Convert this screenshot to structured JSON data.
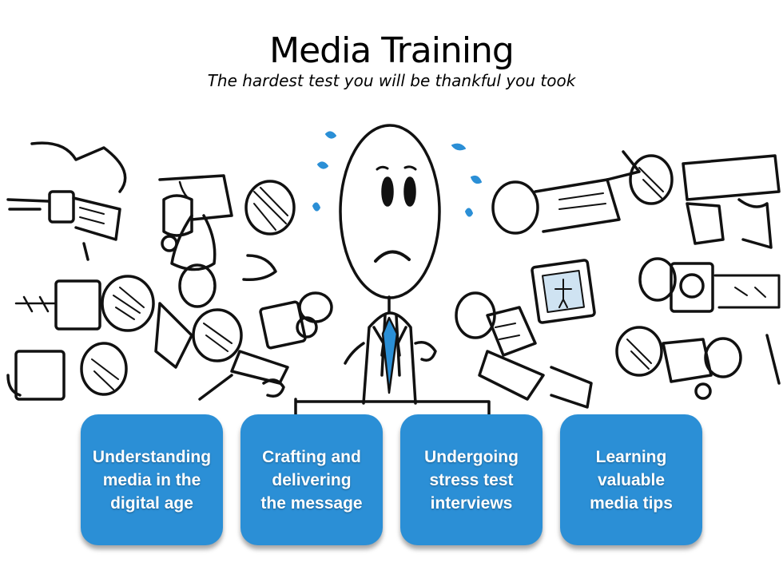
{
  "header": {
    "title": "Media Training",
    "subtitle": "The hardest test you will be thankful you took"
  },
  "illustration": {
    "subject": "stick-figure-at-podium-surrounded-by-microphones",
    "accent_color": "#2b8fd6"
  },
  "cards": [
    {
      "label": "Understanding\nmedia in the\ndigital age"
    },
    {
      "label": "Crafting and\ndelivering\nthe message"
    },
    {
      "label": "Undergoing\nstress test\ninterviews"
    },
    {
      "label": "Learning\nvaluable\nmedia tips"
    }
  ],
  "colors": {
    "card_background": "#2b8fd6",
    "card_text": "#ffffff",
    "ink": "#000000"
  }
}
